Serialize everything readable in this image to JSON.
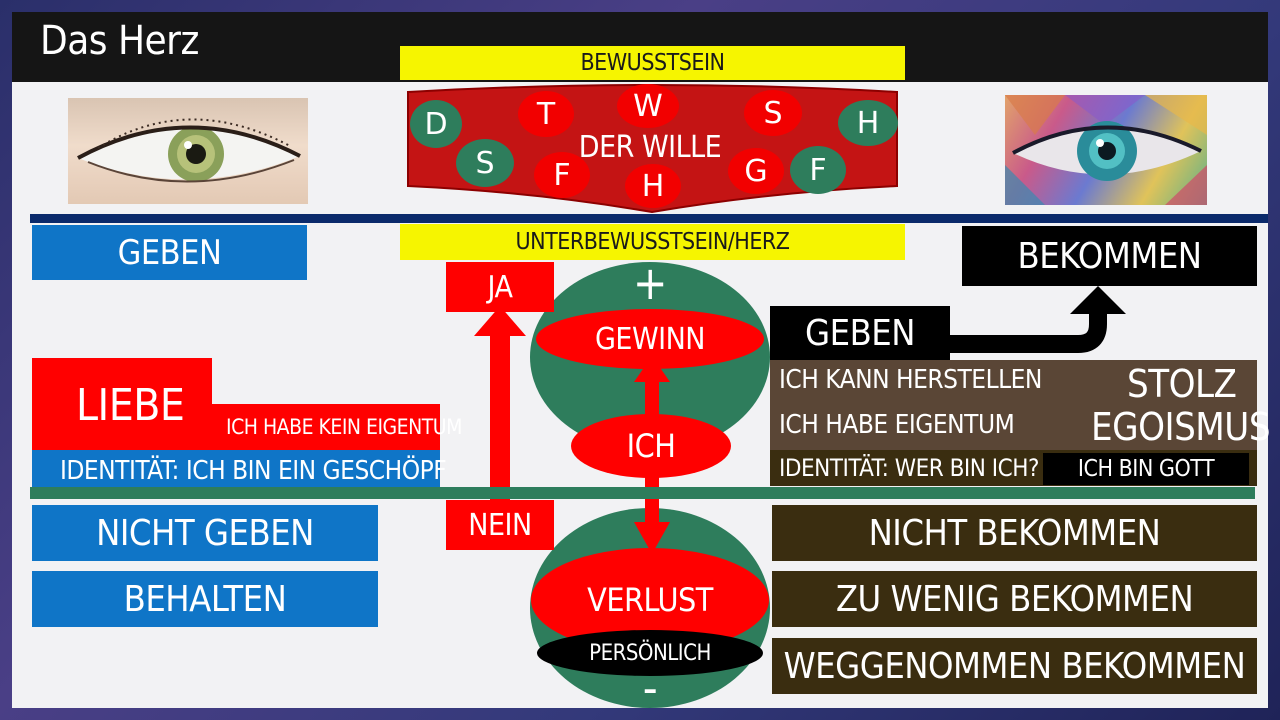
{
  "title": "Das Herz",
  "colors": {
    "blue": "#0f75c7",
    "red": "#ff0000",
    "green": "#2e7d5c",
    "yellow": "#f6f500",
    "brown": "#5a4636",
    "dark_brown": "#3a2d10",
    "navy": "#0b2a6b"
  },
  "top": {
    "bewusstsein": "BEWUSSTSEIN",
    "der_wille": "DER WILLE",
    "letters": [
      "D",
      "T",
      "W",
      "S",
      "H",
      "S",
      "F",
      "H",
      "G",
      "F"
    ],
    "unterbewusstsein": "UNTERBEWUSSTSEIN/HERZ"
  },
  "images": {
    "left_eye": "natural-eye-photo",
    "right_eye": "polygonal-art-eye"
  },
  "left": {
    "geben": "GEBEN",
    "liebe": "LIEBE",
    "kein_eigentum": "ICH HABE KEIN EIGENTUM",
    "identitaet": "IDENTITÄT: ICH BIN EIN GESCHÖPF",
    "nicht_geben": "NICHT GEBEN",
    "behalten": "BEHALTEN"
  },
  "center": {
    "ja": "JA",
    "nein": "NEIN",
    "plus": "+",
    "minus": "-",
    "gewinn": "GEWINN",
    "ich": "ICH",
    "verlust": "VERLUST",
    "persoenlich": "PERSÖNLICH"
  },
  "right": {
    "bekommen": "BEKOMMEN",
    "geben": "GEBEN",
    "herstellen": "ICH KANN HERSTELLEN",
    "eigentum": "ICH HABE EIGENTUM",
    "stolz": "STOLZ",
    "egoismus": "EGOISMUS",
    "identitaet": "IDENTITÄT: WER BIN ICH?",
    "gott": "ICH BIN GOTT",
    "nicht_bekommen": "NICHT BEKOMMEN",
    "zu_wenig": "ZU WENIG BEKOMMEN",
    "weggenommen": "WEGGENOMMEN BEKOMMEN"
  }
}
